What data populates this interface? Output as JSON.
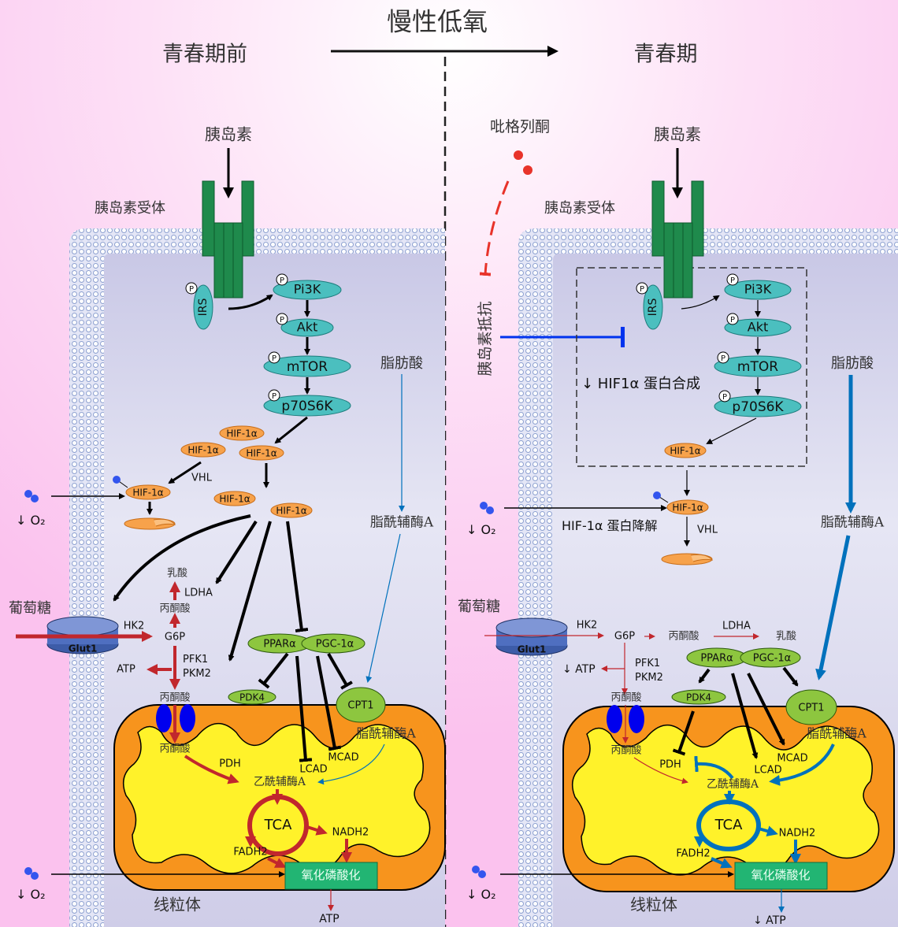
{
  "title": "慢性低氧",
  "colors": {
    "hif": "#f7a24b",
    "green_protein": "#8dc63f",
    "receptor": "#1f8a4c",
    "mito_outer": "#f7941d",
    "mito_inner": "#fff22a",
    "oxphos": "#22b573",
    "red_path": "#c1272d",
    "blue_path": "#0071bc",
    "pill": "#e8332a"
  },
  "left": {
    "stage": "青春期前",
    "insulin": "胰岛素",
    "receptor": "胰岛素受体",
    "phospho": "P",
    "irs": "IRS",
    "pi3k": "Pi3K",
    "akt": "Akt",
    "mtor": "mTOR",
    "p70s6k": "p70S6K",
    "hif": "HIF-1α",
    "vhl": "VHL",
    "o2": "↓ O₂",
    "fatty_acid": "脂肪酸",
    "acyl_coa": "脂酰辅酶A",
    "glucose": "葡萄糖",
    "glut1": "Glut1",
    "hk2": "HK2",
    "g6p": "G6P",
    "lactate": "乳酸",
    "ldha": "LDHA",
    "pyruvate": "丙酮酸",
    "pfk1": "PFK1",
    "pkm2": "PKM2",
    "atp": "ATP",
    "ppara": "PPARα",
    "pgc1a": "PGC-1α",
    "pdk4": "PDK4",
    "cpt1": "CPT1",
    "pdh": "PDH",
    "acetyl_coa": "乙酰辅酶A",
    "lcad": "LCAD",
    "mcad": "MCAD",
    "tca": "TCA",
    "nadh2": "NADH2",
    "fadh2": "FADH2",
    "oxphos": "氧化磷酸化",
    "mitochondria": "线粒体"
  },
  "right": {
    "stage": "青春期",
    "drug": "吡格列酮",
    "insulin_resistance": "胰岛素抵抗",
    "insulin": "胰岛素",
    "receptor": "胰岛素受体",
    "phospho": "P",
    "irs": "IRS",
    "pi3k": "Pi3K",
    "akt": "Akt",
    "mtor": "mTOR",
    "p70s6k": "p70S6K",
    "hif_synthesis": "↓ HIF1α 蛋白合成",
    "hif": "HIF-1α",
    "hif_degradation": "HIF-1α 蛋白降解",
    "vhl": "VHL",
    "o2": "↓ O₂",
    "fatty_acid": "脂肪酸",
    "acyl_coa": "脂酰辅酶A",
    "glucose": "葡萄糖",
    "glut1": "Glut1",
    "hk2": "HK2",
    "g6p": "G6P",
    "pyruvate": "丙酮酸",
    "ldha": "LDHA",
    "lactate": "乳酸",
    "pfk1": "PFK1",
    "pkm2": "PKM2",
    "atp_down": "↓ ATP",
    "ppara": "PPARα",
    "pgc1a": "PGC-1α",
    "pdk4": "PDK4",
    "cpt1": "CPT1",
    "pdh": "PDH",
    "acetyl_coa": "乙酰辅酶A",
    "lcad": "LCAD",
    "mcad": "MCAD",
    "tca": "TCA",
    "nadh2": "NADH2",
    "fadh2": "FADH2",
    "oxphos": "氧化磷酸化",
    "mitochondria": "线粒体",
    "atp_out": "↓ ATP"
  }
}
